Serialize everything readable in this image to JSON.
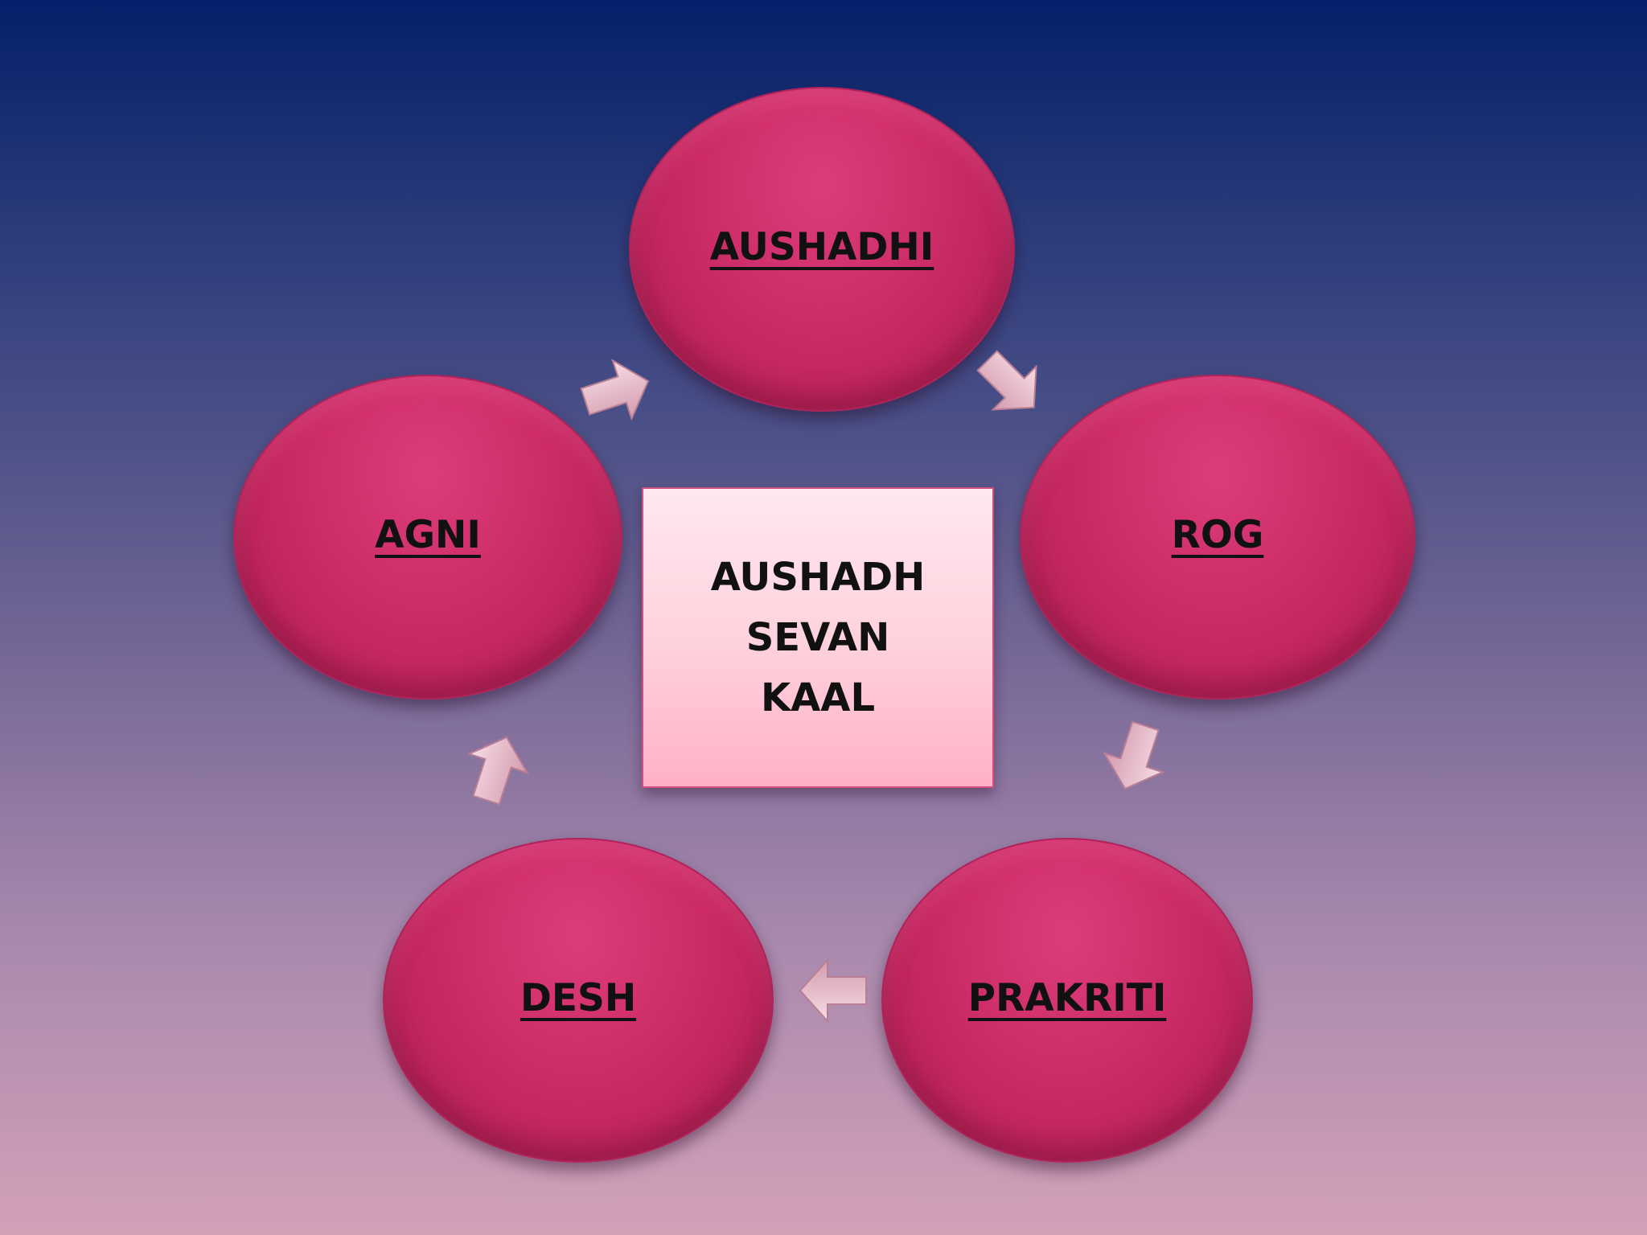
{
  "diagram": {
    "center": {
      "lines": [
        "AUSHADH",
        "SEVAN",
        "KAAL"
      ]
    },
    "nodes": [
      {
        "id": "aushadhi",
        "label": "AUSHADHI"
      },
      {
        "id": "rog",
        "label": "ROG"
      },
      {
        "id": "prakriti",
        "label": "PRAKRITI"
      },
      {
        "id": "desh",
        "label": "DESH"
      },
      {
        "id": "agni",
        "label": "AGNI"
      }
    ],
    "flow": [
      "AUSHADHI",
      "ROG",
      "PRAKRITI",
      "DESH",
      "AGNI",
      "AUSHADHI"
    ],
    "colors": {
      "node_fill": "#c82862",
      "center_fill": "#ffd0dc",
      "arrow_fill": "#e6b8c8",
      "background_top": "#04206a",
      "background_bottom": "#d4a0b8"
    }
  }
}
